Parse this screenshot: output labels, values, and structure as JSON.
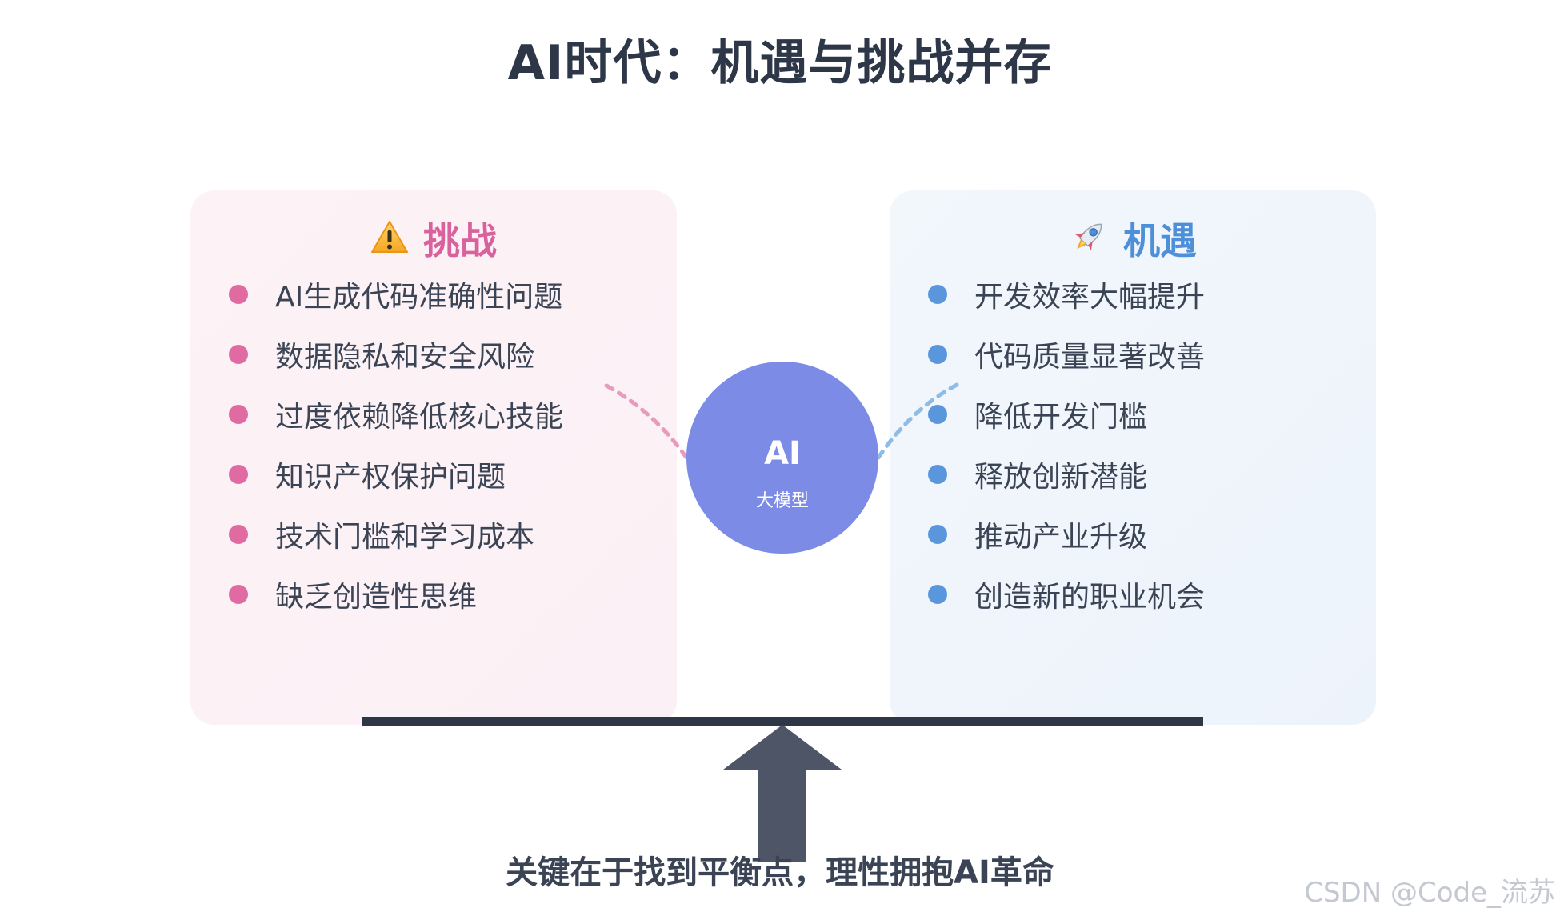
{
  "title": "AI时代：机遇与挑战并存",
  "challenges": {
    "heading": "挑战",
    "icon": "warning-icon",
    "accent_color": "#df6ba2",
    "items": [
      "AI生成代码准确性问题",
      "数据隐私和安全风险",
      "过度依赖降低核心技能",
      "知识产权保护问题",
      "技术门槛和学习成本",
      "缺乏创造性思维"
    ]
  },
  "opportunities": {
    "heading": "机遇",
    "icon": "rocket-icon",
    "accent_color": "#5a96dc",
    "items": [
      "开发效率大幅提升",
      "代码质量显著改善",
      "降低开发门槛",
      "释放创新潜能",
      "推动产业升级",
      "创造新的职业机会"
    ]
  },
  "center": {
    "label": "AI",
    "sublabel": "大模型",
    "color": "#7b8be6"
  },
  "conclusion": "关键在于找到平衡点，理性拥抱AI革命",
  "watermark": "CSDN @Code_流苏"
}
